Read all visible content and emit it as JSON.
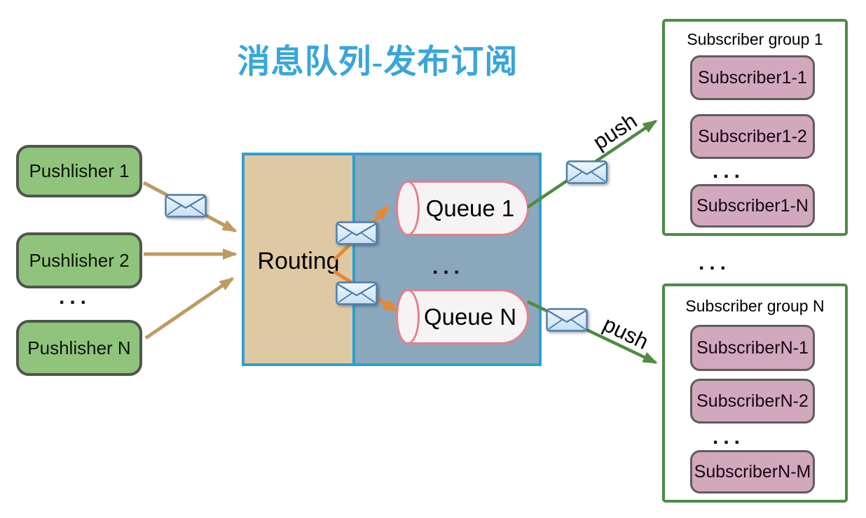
{
  "title": {
    "text": "消息队列-发布订阅"
  },
  "publishers": {
    "items": [
      {
        "label": "Pushlisher 1"
      },
      {
        "label": "Pushlisher 2"
      },
      {
        "label": "Pushlisher N"
      }
    ],
    "ellipsis": "..."
  },
  "broker": {
    "routing_label": "Routing",
    "queues": [
      {
        "label": "Queue 1"
      },
      {
        "label": "Queue N"
      }
    ],
    "ellipsis": "..."
  },
  "push_labels": [
    "push",
    "push"
  ],
  "subscriber_groups": [
    {
      "title": "Subscriber group 1",
      "subscribers": [
        "Subscriber1-1",
        "Subscriber1-2",
        "Subscriber1-N"
      ],
      "ellipsis": "..."
    },
    {
      "title": "Subscriber group N",
      "subscribers": [
        "SubscriberN-1",
        "SubscriberN-2",
        "SubscriberN-M"
      ],
      "ellipsis": "..."
    }
  ],
  "groups_ellipsis": "...",
  "icons": {
    "envelope_icon": "✉"
  },
  "colors": {
    "title_text": "#38a6da",
    "publisher_fill": "#90c47c",
    "publisher_arrow": "#bf9a62",
    "routing_panel": "#dfc9a2",
    "queue_panel": "#8ba7bb",
    "broker_border": "#2ba0d3",
    "queue_cylinder_fill": "#f6f3f5",
    "queue_cylinder_border": "#e27f8c",
    "routing_arrow": "#e8892f",
    "push_arrow": "#4f8c42",
    "group_border": "#4d8c48",
    "subscriber_fill": "#d2a8bd",
    "envelope_fill": "#d9eaf7",
    "envelope_border": "#4d7ea8"
  }
}
